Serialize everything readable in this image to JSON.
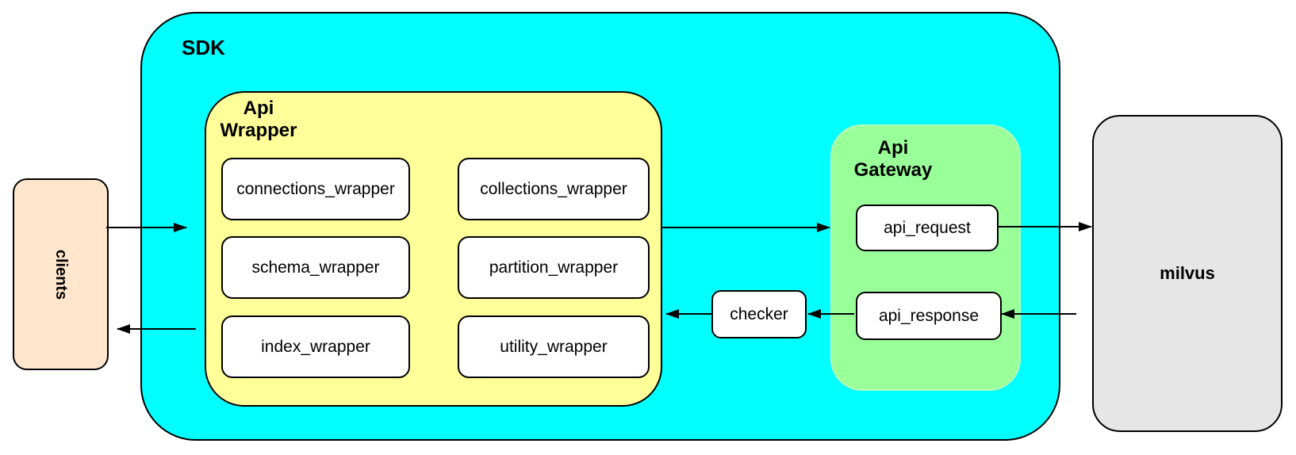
{
  "colors": {
    "sdk_fill": "#00ffff",
    "api_wrapper_fill": "#ffff99",
    "api_gateway_fill": "#99ff99",
    "clients_fill": "#ffe6cc",
    "milvus_fill": "#e6e6e6",
    "box_fill": "#ffffff",
    "stroke": "#000000"
  },
  "nodes": {
    "clients": {
      "label": "clients"
    },
    "sdk": {
      "label": "SDK"
    },
    "api_wrapper": {
      "label": "Api\nWrapper",
      "boxes": [
        "connections_wrapper",
        "collections_wrapper",
        "schema_wrapper",
        "partition_wrapper",
        "index_wrapper",
        "utility_wrapper"
      ]
    },
    "checker": {
      "label": "checker"
    },
    "api_gateway": {
      "label": "Api\nGateway",
      "boxes": [
        "api_request",
        "api_response"
      ]
    },
    "milvus": {
      "label": "milvus"
    }
  },
  "edges": [
    {
      "from": "clients",
      "to": "sdk"
    },
    {
      "from": "sdk",
      "to": "clients"
    },
    {
      "from": "api_wrapper",
      "to": "api_gateway"
    },
    {
      "from": "api_request",
      "to": "milvus"
    },
    {
      "from": "milvus",
      "to": "api_response"
    },
    {
      "from": "api_response",
      "to": "checker"
    },
    {
      "from": "checker",
      "to": "api_wrapper"
    }
  ]
}
